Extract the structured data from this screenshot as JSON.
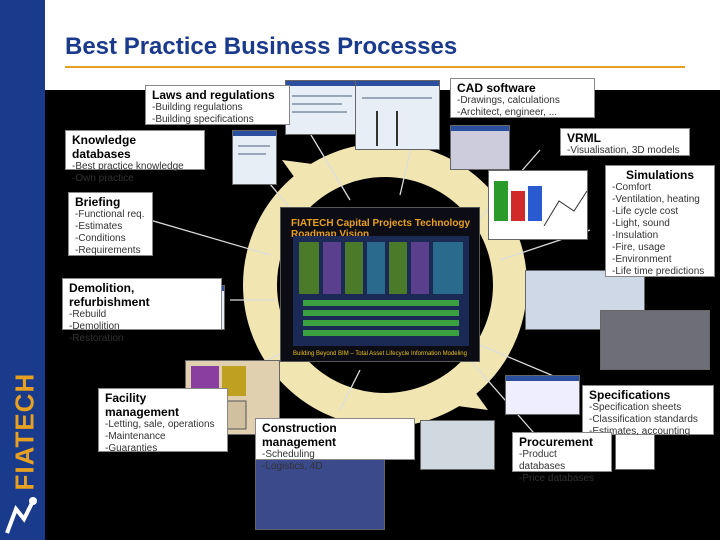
{
  "title": "Best Practice Business Processes",
  "brand": "FIATECH",
  "colors": {
    "sidebar": "#1a3a8c",
    "title": "#1a3a8c",
    "accent": "#e8a020",
    "cycle": "#f1e6b2"
  },
  "center": {
    "title": "FIATECH Capital Projects Technology Roadmap Vision",
    "footer": "Building Beyond BIM – Total Asset Lifecycle Information Modeling"
  },
  "nodes": {
    "laws": {
      "title": "Laws and regulations",
      "lines": [
        "-Building regulations",
        "-Building specifications"
      ]
    },
    "cad": {
      "title": "CAD software",
      "lines": [
        "-Drawings, calculations",
        "-Architect, engineer, ..."
      ]
    },
    "knowledge": {
      "title": "Knowledge databases",
      "lines": [
        "-Best practice knowledge",
        "-Own practice"
      ]
    },
    "vrml": {
      "title": "VRML",
      "lines": [
        "-Visualisation, 3D models"
      ]
    },
    "simulations": {
      "title": "Simulations",
      "lines": [
        "-Comfort",
        "-Ventilation, heating",
        "-Life cycle cost",
        "-Light, sound",
        "-Insulation",
        "-Fire, usage",
        "-Environment",
        "-Life time predictions"
      ]
    },
    "briefing": {
      "title": "Briefing",
      "lines": [
        "-Functional req.",
        "-Estimates",
        "-Conditions",
        "-Requirements"
      ]
    },
    "demolition": {
      "title": "Demolition, refurbishment",
      "lines": [
        "-Rebuild",
        "-Demolition",
        "-Restoration"
      ]
    },
    "facility": {
      "title": "Facility management",
      "lines": [
        "-Letting, sale, operations",
        "-Maintenance",
        "-Guaranties"
      ]
    },
    "construction": {
      "title": "Construction management",
      "lines": [
        "-Scheduling",
        "-Logistics, 4D"
      ]
    },
    "specifications": {
      "title": "Specifications",
      "lines": [
        "-Specification sheets",
        "-Classification standards",
        "-Estimates, accounting"
      ]
    },
    "procurement": {
      "title": "Procurement",
      "lines": [
        "-Product databases",
        "-Price databases"
      ]
    }
  }
}
